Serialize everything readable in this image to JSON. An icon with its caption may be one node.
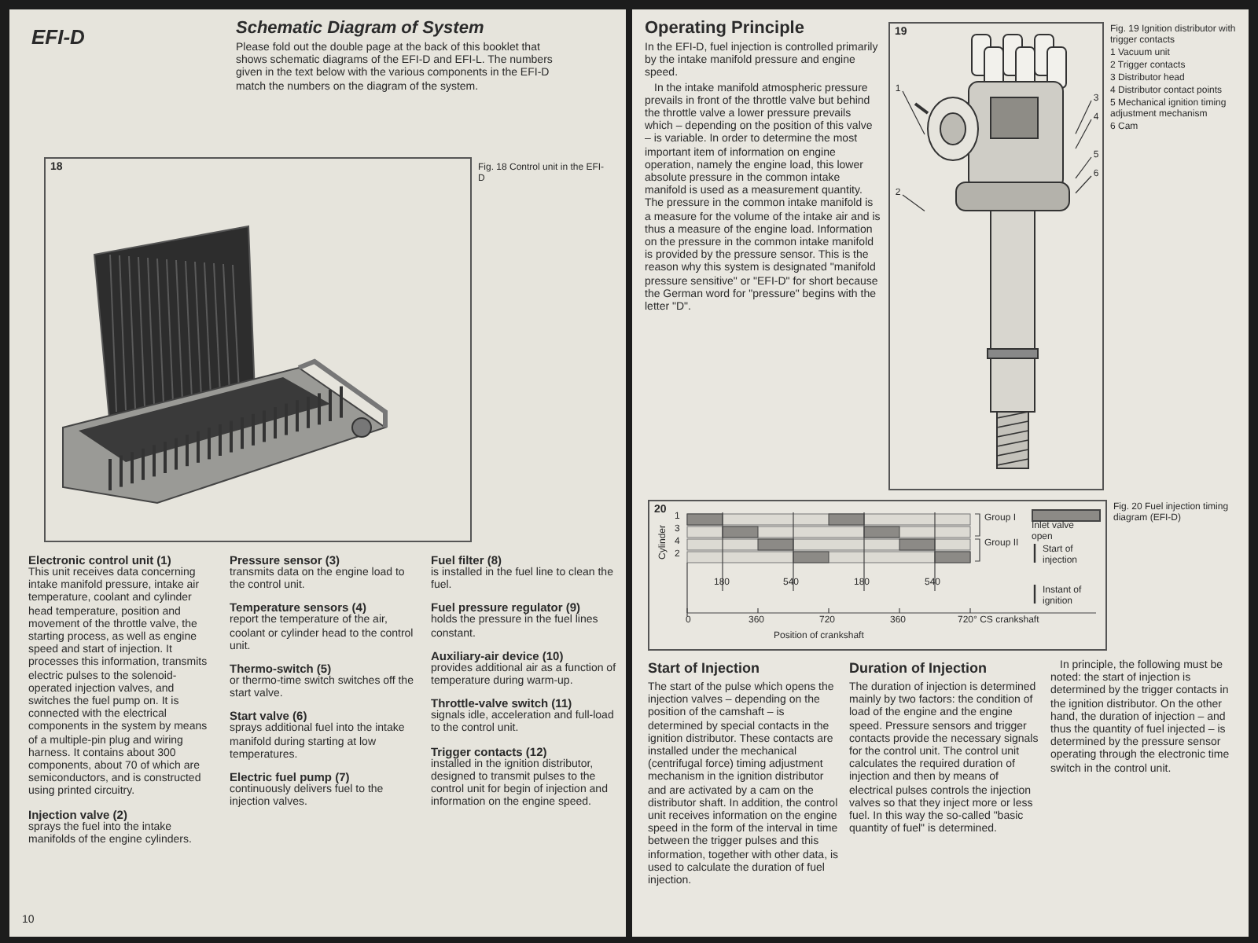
{
  "diagram": {
    "nodes": [
      {
        "text": [],
        "shape": "picture"
      },
      {
        "text": [
          "1"
        ]
      },
      {
        "text": [
          "2"
        ]
      },
      {
        "text": [
          "3"
        ]
      },
      {
        "text": [
          "4"
        ]
      },
      {
        "text": [
          "5"
        ]
      },
      {
        "text": [
          "6"
        ]
      }
    ],
    "edges": [
      {
        "from": 1,
        "to": 0,
        "arrow": "none"
      },
      {
        "from": 2,
        "to": 0,
        "arrow": "none"
      },
      {
        "from": 3,
        "to": 0,
        "arrow": "none"
      },
      {
        "from": 4,
        "to": 0,
        "arrow": "none"
      },
      {
        "from": 5,
        "to": 0,
        "arrow": "none"
      },
      {
        "from": 6,
        "to": 0,
        "arrow": "none"
      }
    ],
    "labels": [
      "EFI-D",
      "Schematic Diagram of System",
      "Please fold out the double page at the back of this booklet that shows schematic diagrams of the EFI-D and EFI-L. The numbers given in the text below with the various components in the EFI-D match the numbers on the diagram of the system.",
      "18",
      "Fig. 18 Control unit in the EFI-D",
      "Electronic control unit (1)",
      "This unit receives data concerning intake manifold pressure, intake air temperature, coolant and cylinder head temperature, position and movement of the throttle valve, the starting process, as well as engine speed and start of injection. It processes this information, transmits electric pulses to the solenoid-operated injection valves, and switches the fuel pump on. It is connected with the electrical components in the system by means of a multiple-pin plug and wiring harness. It contains about 300 components, about 70 of which are semiconductors, and is constructed using printed circuitry.",
      "Injection valve (2)",
      "sprays the fuel into the intake manifolds of the engine cylinders.",
      "Pressure sensor (3)",
      "transmits data on the engine load to the control unit.",
      "Temperature sensors (4)",
      "report the temperature of the air, coolant or cylinder head to the control unit.",
      "Thermo-switch (5)",
      "or thermo-time switch switches off the start valve.",
      "Start valve (6)",
      "sprays additional fuel into the intake manifold during starting at low temperatures.",
      "Electric fuel pump (7)",
      "continuously delivers fuel to the injection valves.",
      "Fuel filter (8)",
      "is installed in the fuel line to clean the fuel.",
      "Fuel pressure regulator (9)",
      "holds the pressure in the fuel lines constant.",
      "Auxiliary-air device (10)",
      "provides additional air as a function of temperature during warm-up.",
      "Throttle-valve switch (11)",
      "signals idle, acceleration and full-load to the control unit.",
      "Trigger contacts (12)",
      "installed in the ignition distributor, designed to transmit pulses to the control unit for begin of injection and information on the engine speed.",
      "10",
      "Operating Principle",
      "In the EFI-D, fuel injection is controlled primarily by the intake manifold pressure and engine speed.",
      "In the intake manifold atmospheric pressure prevails in front of the throttle valve but behind the throttle valve a lower pressure prevails which – depending on the position of this valve – is variable. In order to determine the most important item of information on engine operation, namely the engine load, this lower absolute pressure in the common intake manifold is used as a measurement quantity. The pressure in the common intake manifold is a measure for the volume of the intake air and is thus a measure of the engine load. Information on the pressure in the common intake manifold is provided by the pressure sensor. This is the reason why this system is designated \"manifold pressure sensitive\" or \"EFI-D\" for short because the German word for \"pressure\" begins with the letter \"D\".",
      "19",
      "Fig. 19 Ignition distributor with trigger contacts",
      "1 Vacuum unit",
      "2 Trigger contacts",
      "3 Distributor head",
      "4 Distributor contact points",
      "5 Mechanical ignition timing adjustment mechanism",
      "6 Cam",
      "20",
      "Cylinder",
      "1",
      "3",
      "4",
      "2",
      "Group I",
      "Group II",
      "180",
      "540",
      "180",
      "540",
      "0",
      "360",
      "720",
      "360",
      "720° CS crankshaft",
      "Position of crankshaft",
      "Fig. 20 Fuel injection timing diagram (EFI-D)",
      "Start of Injection",
      "The start of the pulse which opens the injection valves – depending on the position of the camshaft – is determined by special contacts in the ignition distributor. These contacts are installed under the mechanical (centrifugal force) timing adjustment mechanism in the ignition distributor and are activated by a cam on the distributor shaft. In addition, the control unit receives information on the engine speed in the form of the interval in time between the trigger pulses and this information, together with other data, is used to calculate the duration of fuel injection.",
      "Duration of Injection",
      "The duration of injection is determined mainly by two factors: the condition of load of the engine and the engine speed. Pressure sensors and trigger contacts provide the necessary signals for the control unit. The control unit calculates the required duration of injection and then by means of electrical pulses controls the injection valves so that they inject more or less fuel. In this way the so-called \"basic quantity of fuel\" is determined.",
      "In principle, the following must be noted: the start of injection is determined by the trigger contacts in the ignition distributor. On the other hand, the duration of injection – and thus the quantity of fuel injected – is determined by the pressure sensor operating through the electronic time switch in the control unit."
    ],
    "legend": [
      {
        "text": "Inlet valve open",
        "color": "#8c8a86"
      },
      {
        "text": "Start of injection"
      },
      {
        "text": "Instant of ignition"
      }
    ]
  }
}
